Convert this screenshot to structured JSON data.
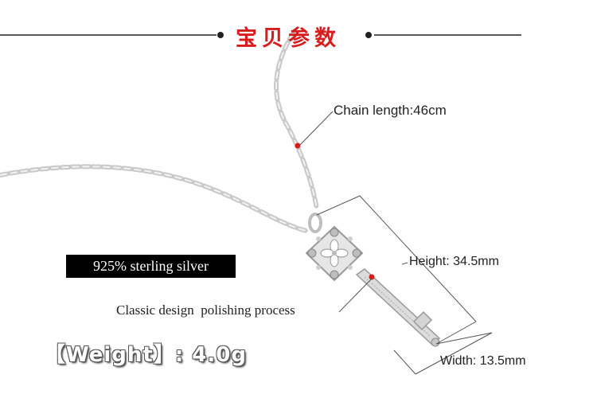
{
  "header": {
    "title": "宝贝参数"
  },
  "badge": {
    "text": "925% sterling silver"
  },
  "annotations": {
    "chain_length": "Chain length:46cm",
    "height": "Height:  34.5mm",
    "width": "Width:  13.5mm",
    "classic": "Classic design  polishing process"
  },
  "weight": {
    "text": "【Weight】: 4.0g"
  },
  "colors": {
    "title": "#d81c1c",
    "marker": "#e01818",
    "silver": "#c9c9c9"
  }
}
